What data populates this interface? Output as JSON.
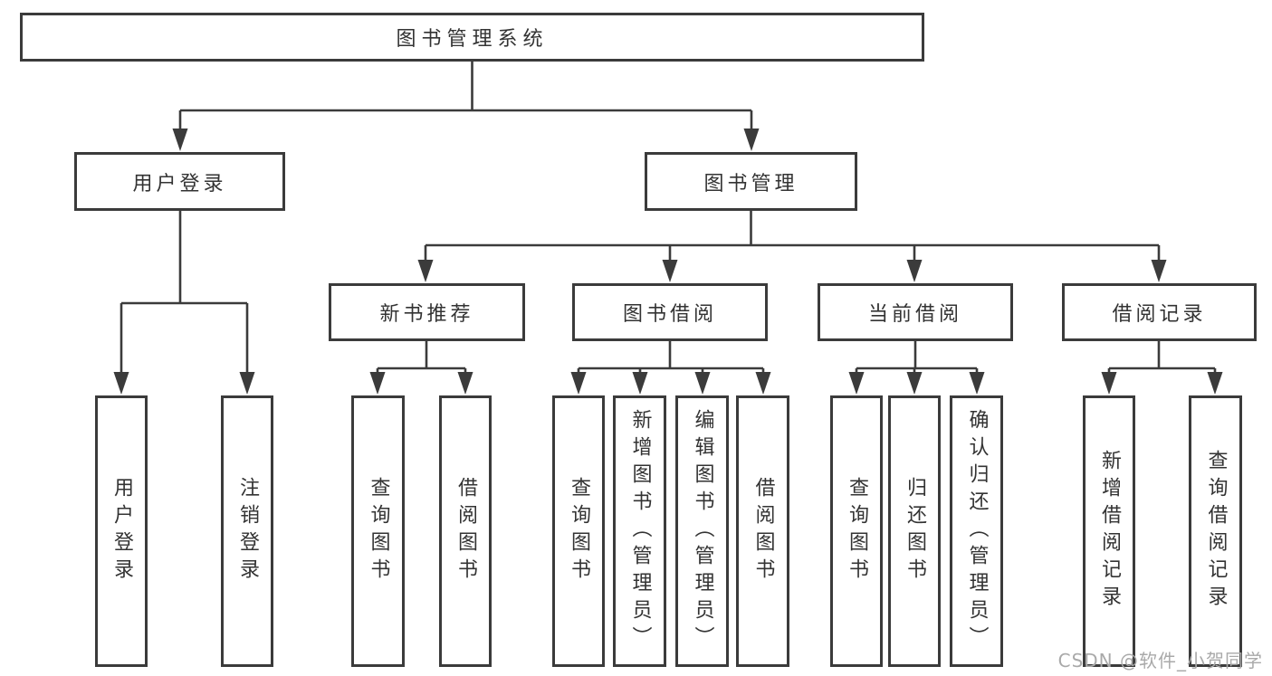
{
  "tree": {
    "root": {
      "label": "图书管理系统"
    },
    "branches": [
      {
        "label": "用户登录",
        "children": [
          {
            "label": "用户登录"
          },
          {
            "label": "注销登录"
          }
        ]
      },
      {
        "label": "图书管理",
        "children": [
          {
            "label": "新书推荐",
            "children": [
              {
                "label": "查询图书"
              },
              {
                "label": "借阅图书"
              }
            ]
          },
          {
            "label": "图书借阅",
            "children": [
              {
                "label": "查询图书"
              },
              {
                "label": "新增图书（管理员）"
              },
              {
                "label": "编辑图书（管理员）"
              },
              {
                "label": "借阅图书"
              }
            ]
          },
          {
            "label": "当前借阅",
            "children": [
              {
                "label": "查询图书"
              },
              {
                "label": "归还图书"
              },
              {
                "label": "确认归还（管理员）"
              }
            ]
          },
          {
            "label": "借阅记录",
            "children": [
              {
                "label": "新增借阅记录"
              },
              {
                "label": "查询借阅记录"
              }
            ]
          }
        ]
      }
    ]
  },
  "watermark": {
    "text": "CSDN @软件_小贺同学"
  },
  "colors": {
    "line": "#3b3b3b",
    "text": "#333333",
    "watermark": "#a9a9a9",
    "background": "#ffffff"
  }
}
